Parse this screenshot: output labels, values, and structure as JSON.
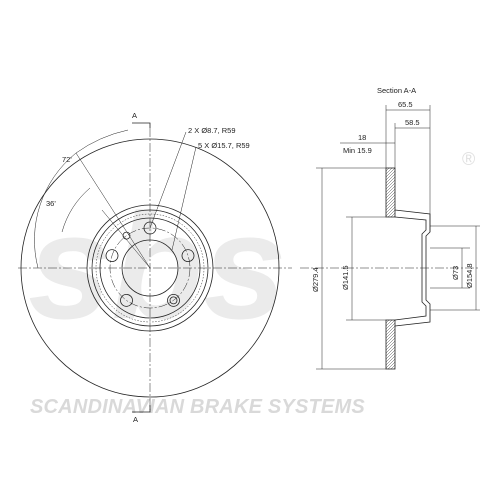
{
  "watermark": {
    "logo_text": "sbs",
    "registered_mark": "®",
    "company_name": "SCANDINAVIAN BRAKE SYSTEMS"
  },
  "front_view": {
    "section_marker_top": "A",
    "section_marker_bottom": "A",
    "angle_outer": "72'",
    "angle_inner": "36'",
    "hole_spec_small": "2 X Ø8.7, R59",
    "hole_spec_large": "5 X Ø15.7, R59"
  },
  "section_view": {
    "title": "Section A-A",
    "dim_overall_height": "65.5",
    "dim_hat_height": "58.5",
    "dim_thickness": "18",
    "dim_min_thickness": "Min 15.9",
    "dim_outer_diameter": "Ø279.4",
    "dim_hat_diameter": "Ø141.5",
    "dim_center_bore": "Ø73",
    "dim_bolt_circle": "Ø154.8"
  },
  "colors": {
    "line": "#222222",
    "watermark": "#ebebeb",
    "watermark_text": "#d9d9d9"
  }
}
